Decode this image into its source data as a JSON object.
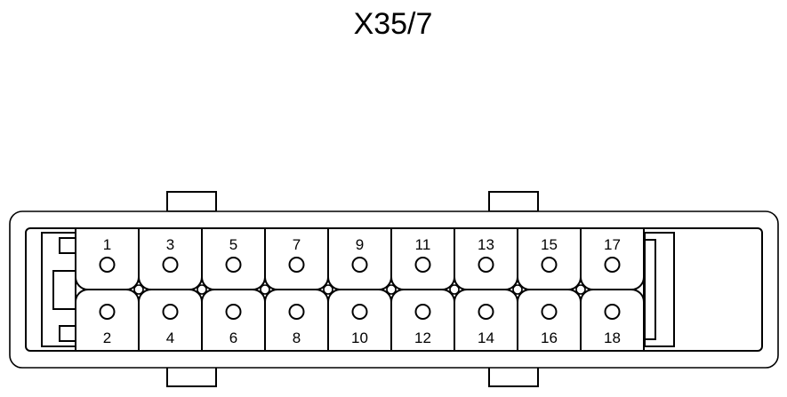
{
  "diagram": {
    "title": "X35/7",
    "top_pins": [
      "1",
      "3",
      "5",
      "7",
      "9",
      "11",
      "13",
      "15",
      "17"
    ],
    "bottom_pins": [
      "2",
      "4",
      "6",
      "8",
      "10",
      "12",
      "14",
      "16",
      "18"
    ]
  }
}
